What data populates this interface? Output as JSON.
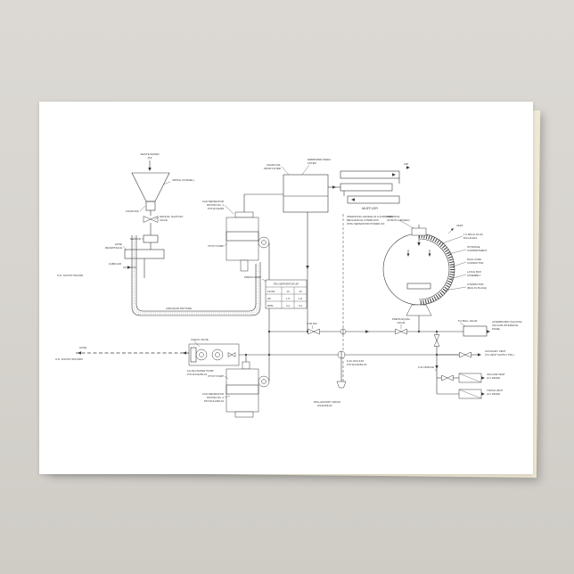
{
  "colors": {
    "background_top": "#dcd9d4",
    "background_bottom": "#cfccc6",
    "postcard": "#ffffff",
    "postcard_edge": "#efe8d4",
    "ink": "#3b3b3b"
  },
  "diagram": {
    "labels": {
      "waste_1": "WASTE WATER",
      "waste_2": "(IN)",
      "urinal": "URINAL (FUNNEL)",
      "coupling": "COUPLING",
      "shutoff_1": "MANUAL SHUTOFF",
      "shutoff_2": "VALVE",
      "sensor": "SENSOR",
      "recep_1": "HOSE",
      "recep_2": "RECEPTACLE",
      "cabin_air": "CABIN AIR",
      "od_left": "O.D. W12797-500-500",
      "mixture": "AIR/LIQUID MIXTURE",
      "sep1_1": "FAN SEPARATOR",
      "sep1_2": "MOTOR NO. 1",
      "sep1_3": "P/N W141269",
      "pitot1": "PITOT PUMP",
      "charcoal_1": "CHARCOAL",
      "charcoal_2": "ODOR FILTER",
      "bacteria_1": "DEBRIS/BACTERIA",
      "bacteria_2": "FILTER",
      "muffler": "MUFFLER",
      "air_out": "AIR",
      "handle_1": "OPERATING HANDLE AT A FORWARD",
      "handle_2": "MECHANICAL INTERLOCK",
      "handle_3": "WITH SEPARATOR POWER ON",
      "pedestal_1": "PEDESTAL",
      "pedestal_2": "(IS BOTH HINGED)",
      "vent": "VENT",
      "r1_1": "1.0 MM (0.04 IN)",
      "r1_2": "DIA HOLES",
      "r2_1": "STOWAGE",
      "r2_2": "COMPARTMENT",
      "r3_1": "DUAL FANE",
      "r3_2": "COMPACTOR",
      "r4_1": "LATCH BOX",
      "r4_2": "ASSEMBLY",
      "r5_1": "COMPACTOR",
      "r5_2": "(BAG IN PLACE)",
      "press_drop": "PRESS DROP",
      "eq_1": "PRESS EQUAL",
      "eq_2": "VALVE",
      "ball": "5.0 BALL VALVE",
      "ovbd_1": "(OVERBOARD VACUUM)",
      "ovbd_2": "VACUUM INTERFACE",
      "ovbd_3": "PANEL",
      "aux_1": "AUXILIARY VENT",
      "aux_2": "(TO VENT SUPPLY PNL)",
      "vac_1": "VACUUM VENT",
      "vac_2": "(2.2 LB/HR)",
      "trash_1": "TRASH VENT",
      "trash_2": "(0.2 LB/HR)",
      "orifice": "0.32 ORIFICE",
      "vac810_1": "8-10 VACUUM",
      "vac810_2": "P/N W141269-03",
      "drain_1": "DM-LAVATORY DRAIN",
      "drain_2": "W141269-02",
      "hose": "HOSE",
      "hose_pn": "O.D. W12797-500-5000",
      "check": "CHECK VALVE",
      "pump_1": "FLUSH WATER PUMP",
      "pump_2": "P/N W141269-01",
      "sep2_1": "FAN SEPARATOR",
      "sep2_2": "MOTOR NO. 2",
      "sep2_3": "P/N W141269-04",
      "pitot2": "PITOT PUMP",
      "dia28": "0.28 DIA"
    },
    "table": {
      "title": "FAN SEPARATOR ΔP",
      "rows": [
        [
          "FLOW",
          "10",
          "10"
        ],
        [
          "ΔP",
          "1.5",
          "1.8"
        ],
        [
          "RPM",
          "3.2",
          "3.4"
        ]
      ]
    }
  }
}
